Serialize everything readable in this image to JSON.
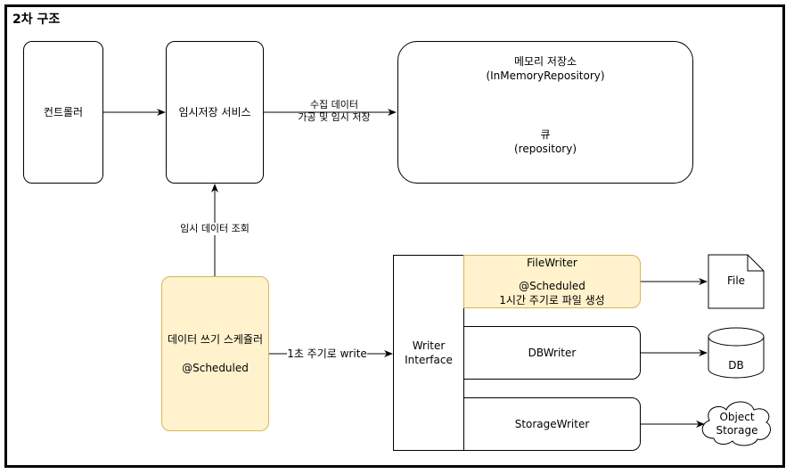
{
  "title": "2차 구조",
  "nodes": {
    "controller": "컨트롤러",
    "temp_service": "임시저장 서비스",
    "memory_store_line1": "메모리 저장소",
    "memory_store_line2": "(InMemoryRepository)",
    "queue_line1": "큐",
    "queue_line2": "(repository)",
    "scheduler_line1": "데이터 쓰기 스케쥴러",
    "scheduler_line2": "@Scheduled",
    "writer_interface_line1": "Writer",
    "writer_interface_line2": "Interface",
    "filewriter_line1": "FileWriter",
    "filewriter_line2": "@Scheduled",
    "filewriter_line3": "1시간 주기로 파일 생성",
    "dbwriter": "DBWriter",
    "storagewriter": "StorageWriter",
    "file": "File",
    "db": "DB",
    "object_storage_line1": "Object",
    "object_storage_line2": "Storage"
  },
  "edges": {
    "collect_line1": "수집 데이터",
    "collect_line2": "가공 및 임시 저장",
    "temp_query": "임시 데이터 조회",
    "write_period": "1초 주기로 write"
  },
  "colors": {
    "highlight_fill": "#fff2cc",
    "highlight_border": "#d6b656"
  }
}
